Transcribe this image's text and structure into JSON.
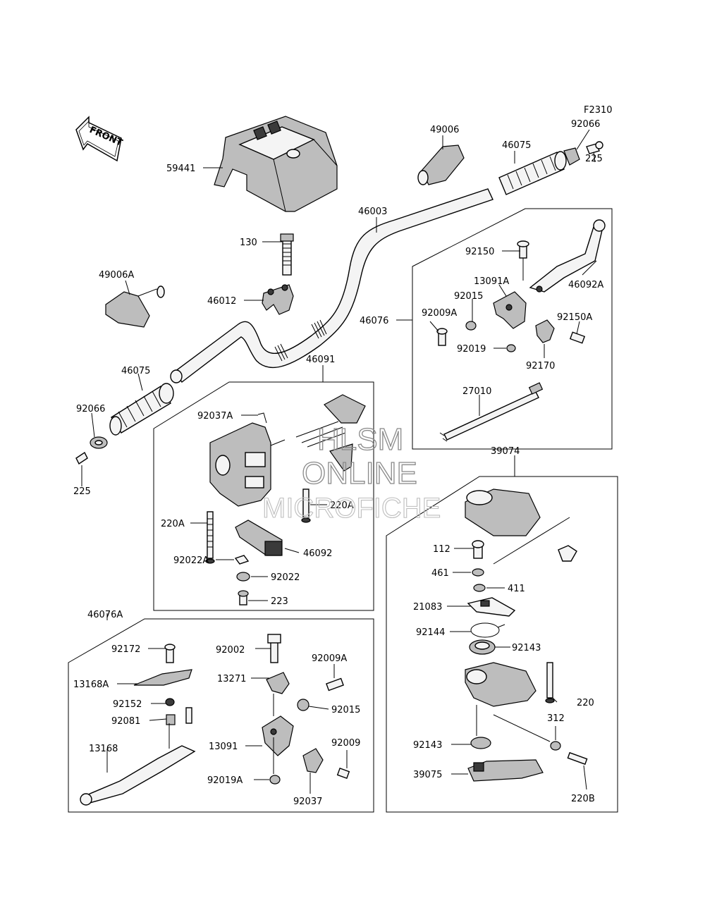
{
  "code": "F2310",
  "front": "FRONT",
  "watermark": [
    "HLSM",
    "ONLINE",
    "MICROFICHE"
  ],
  "callouts": [
    {
      "id": "c59441",
      "text": "59441"
    },
    {
      "id": "c49006",
      "text": "49006"
    },
    {
      "id": "c46075a",
      "text": "46075"
    },
    {
      "id": "c92066a",
      "text": "92066"
    },
    {
      "id": "c225a",
      "text": "225"
    },
    {
      "id": "c46003",
      "text": "46003"
    },
    {
      "id": "c130",
      "text": "130"
    },
    {
      "id": "c49006A",
      "text": "49006A"
    },
    {
      "id": "c46012",
      "text": "46012"
    },
    {
      "id": "c92150",
      "text": "92150"
    },
    {
      "id": "c13091A",
      "text": "13091A"
    },
    {
      "id": "c46092A",
      "text": "46092A"
    },
    {
      "id": "c92015a",
      "text": "92015"
    },
    {
      "id": "c46076",
      "text": "46076"
    },
    {
      "id": "c92009Aa",
      "text": "92009A"
    },
    {
      "id": "c92150A",
      "text": "92150A"
    },
    {
      "id": "c92019",
      "text": "92019"
    },
    {
      "id": "c92170",
      "text": "92170"
    },
    {
      "id": "c46091",
      "text": "46091"
    },
    {
      "id": "c46075b",
      "text": "46075"
    },
    {
      "id": "c27010",
      "text": "27010"
    },
    {
      "id": "c92037A",
      "text": "92037A"
    },
    {
      "id": "c92066b",
      "text": "92066"
    },
    {
      "id": "c225b",
      "text": "225"
    },
    {
      "id": "c39074",
      "text": "39074"
    },
    {
      "id": "c220Aa",
      "text": "220A"
    },
    {
      "id": "c220Ab",
      "text": "220A"
    },
    {
      "id": "c92022A",
      "text": "92022A"
    },
    {
      "id": "c46092",
      "text": "46092"
    },
    {
      "id": "c92022",
      "text": "92022"
    },
    {
      "id": "c223",
      "text": "223"
    },
    {
      "id": "c112",
      "text": "112"
    },
    {
      "id": "c461",
      "text": "461"
    },
    {
      "id": "c411",
      "text": "411"
    },
    {
      "id": "c21083",
      "text": "21083"
    },
    {
      "id": "c92144",
      "text": "92144"
    },
    {
      "id": "c92143a",
      "text": "92143"
    },
    {
      "id": "c46076A",
      "text": "46076A"
    },
    {
      "id": "c92172",
      "text": "92172"
    },
    {
      "id": "c92002",
      "text": "92002"
    },
    {
      "id": "c92009Ab",
      "text": "92009A"
    },
    {
      "id": "c13168A",
      "text": "13168A"
    },
    {
      "id": "c13271",
      "text": "13271"
    },
    {
      "id": "c92152",
      "text": "92152"
    },
    {
      "id": "c92015b",
      "text": "92015"
    },
    {
      "id": "c92081",
      "text": "92081"
    },
    {
      "id": "c220",
      "text": "220"
    },
    {
      "id": "c312",
      "text": "312"
    },
    {
      "id": "c13168",
      "text": "13168"
    },
    {
      "id": "c13091",
      "text": "13091"
    },
    {
      "id": "c92009",
      "text": "92009"
    },
    {
      "id": "c92143b",
      "text": "92143"
    },
    {
      "id": "c39075",
      "text": "39075"
    },
    {
      "id": "c92019A",
      "text": "92019A"
    },
    {
      "id": "c92037",
      "text": "92037"
    },
    {
      "id": "c220B",
      "text": "220B"
    }
  ]
}
